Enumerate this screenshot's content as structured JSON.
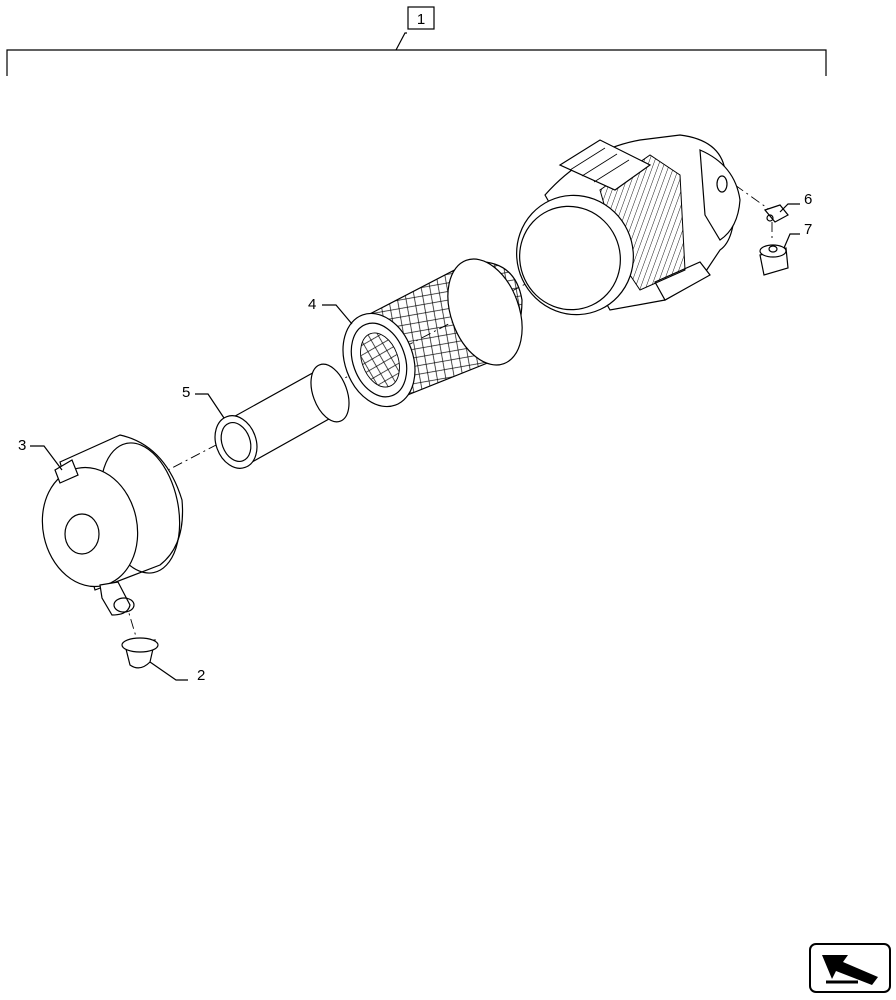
{
  "assembly": {
    "callout": "1"
  },
  "parts": [
    {
      "callout": "2"
    },
    {
      "callout": "3"
    },
    {
      "callout": "4"
    },
    {
      "callout": "5"
    },
    {
      "callout": "6"
    },
    {
      "callout": "7"
    }
  ],
  "icons": {
    "navigation": "back-arrow-icon"
  }
}
